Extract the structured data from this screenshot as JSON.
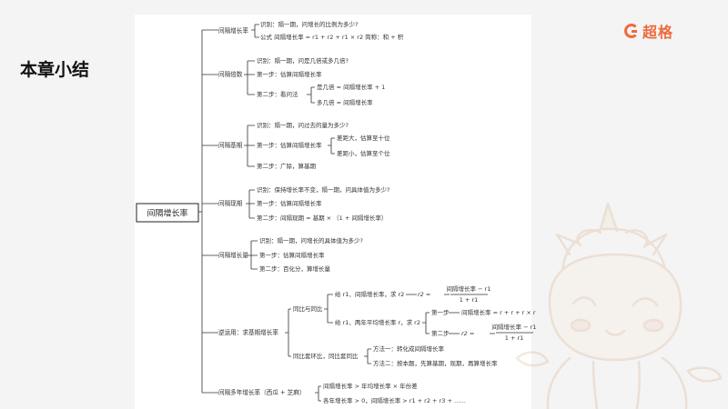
{
  "page": {
    "title": "本章小结",
    "logo_text": "超格"
  },
  "mindmap": {
    "root": "间隔增长率",
    "n1": {
      "label": "间隔增长率",
      "c1": "识别：隔一期，问增长的比例为多少?",
      "c2": "公式   间隔增长率 = r1 + r2 + r1 × r2   简称：和 + 积"
    },
    "n2": {
      "label": "间隔倍数",
      "c1": "识别：隔一期，问是几倍或多几倍?",
      "c2": "第一步：估算间隔增长率",
      "c3": "第二步：看问法",
      "c3a": "是几倍 = 间隔增长率 + 1",
      "c3b": "多几倍 = 间隔增长率"
    },
    "n3": {
      "label": "间隔基期",
      "c1": "识别：隔一期，问过去的量为多少?",
      "c2": "第一步：估算间隔增长率",
      "c2a": "差距大，估算至十位",
      "c2b": "差距小，估算至个位",
      "c3": "第二步：广除，算基期"
    },
    "n4": {
      "label": "间隔现期",
      "c1": "识别：保持增长率不变，隔一期，问具体值为多少?",
      "c2": "第一步：估算间隔增长率",
      "c3": "第二步：间隔现期 = 基期 × （1 + 间隔增长率）"
    },
    "n5": {
      "label": "间隔增长量",
      "c1": "识别：隔一期，问增长的具体值为多少?",
      "c2": "第一步：估算间隔增长率",
      "c3": "第二步：百化分，算增长量"
    },
    "n6": {
      "label": "逆运用：求基期增长率",
      "b1": "同比与同比",
      "b1a": "给 r1、间隔增长率，求 r2",
      "b1a_eq": "r2 =",
      "b1a_num": "间隔增长率 − r1",
      "b1a_den": "1 + r1",
      "b1b": "给 r1、两年平均增长率 r，求 r2",
      "b1b_s1": "第一步",
      "b1b_s1_text": "间隔增长率 = r + r + r × r",
      "b1b_s2": "第二步",
      "b1b_s2_eq": "r2 =",
      "b1b_s2_num": "间隔增长率 − r1",
      "b1b_s2_den": "1 + r1",
      "b2": "同比套环比，同比套同比",
      "b2a": "方法一：转化成间隔增长率",
      "b2b": "方法二：按本题，先算基期，现期，再算增长率"
    },
    "n7": {
      "label": "间隔多年增长率（西瓜 + 芝麻）",
      "c1": "间隔增长率 > 年均增长率 × 年份差",
      "c2": "各年增长率 > 0，间隔增长率 > r1 + r2 + r3 + ……"
    }
  }
}
